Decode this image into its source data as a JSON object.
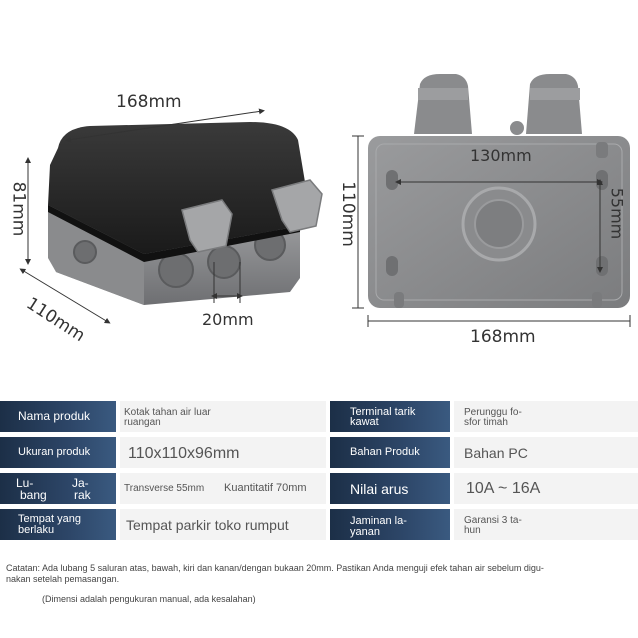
{
  "dimensions": {
    "width_top": "168mm",
    "height_left": "81mm",
    "depth": "110mm",
    "hole": "20mm",
    "hole_spacing": "130mm",
    "side_spacing": "55mm",
    "front_height": "110mm",
    "front_width": "168mm"
  },
  "specs": {
    "nama_produk": {
      "label": "Nama produk",
      "value": [
        "Kotak tahan air luar",
        "ruangan"
      ]
    },
    "terminal": {
      "label": [
        "Terminal tarik",
        "kawat"
      ],
      "value": [
        "Perunggu fo-",
        "sfor timah"
      ]
    },
    "ukuran": {
      "label": "Ukuran produk",
      "value": "110x110x96mm"
    },
    "bahan": {
      "label": "Bahan Produk",
      "value": "Bahan PC"
    },
    "lubang": {
      "label": [
        "Lu-",
        "Ja-",
        "bang",
        "rak"
      ],
      "value_a": "Transverse 55mm",
      "value_b": "Kuantitatif 70mm"
    },
    "nilai_arus": {
      "label": "Nilai arus",
      "value": "10A ~ 16A"
    },
    "tempat": {
      "label": [
        "Tempat yang",
        "berlaku"
      ],
      "value": "Tempat parkir toko rumput"
    },
    "jaminan": {
      "label": [
        "Jaminan la-",
        "yanan"
      ],
      "value": [
        "Garansi 3 ta-",
        "hun"
      ]
    }
  },
  "notes": {
    "catatan_1": "Catatan: Ada lubang 5 saluran atas, bawah, kiri dan kanan/dengan bukaan 20mm. Pastikan Anda menguji efek tahan air sebelum digu-",
    "catatan_2": "nakan setelah pemasangan.",
    "dimensi": "(Dimensi adalah pengukuran manual, ada kesalahan)"
  },
  "colors": {
    "label_bg": "#2d4668",
    "value_bg": "#f3f3f3",
    "box_lid": "#2b2b2b",
    "box_body": "#8e8f91"
  }
}
